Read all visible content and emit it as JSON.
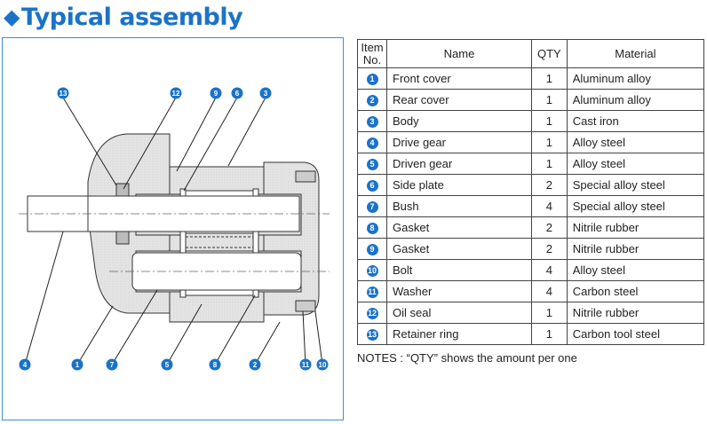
{
  "title": "Typical assembly",
  "table": {
    "headers": {
      "item_no": "Item\nNo.",
      "name": "Name",
      "qty": "QTY",
      "material": "Material"
    },
    "rows": [
      {
        "no": "1",
        "name": "Front cover",
        "qty": "1",
        "material": "Aluminum alloy"
      },
      {
        "no": "2",
        "name": "Rear cover",
        "qty": "1",
        "material": "Aluminum alloy"
      },
      {
        "no": "3",
        "name": "Body",
        "qty": "1",
        "material": "Cast iron"
      },
      {
        "no": "4",
        "name": "Drive gear",
        "qty": "1",
        "material": "Alloy steel"
      },
      {
        "no": "5",
        "name": "Driven gear",
        "qty": "1",
        "material": "Alloy steel"
      },
      {
        "no": "6",
        "name": "Side plate",
        "qty": "2",
        "material": "Special alloy steel"
      },
      {
        "no": "7",
        "name": "Bush",
        "qty": "4",
        "material": "Special alloy steel"
      },
      {
        "no": "8",
        "name": "Gasket",
        "qty": "2",
        "material": "Nitrile rubber"
      },
      {
        "no": "9",
        "name": "Gasket",
        "qty": "2",
        "material": "Nitrile rubber"
      },
      {
        "no": "10",
        "name": "Bolt",
        "qty": "4",
        "material": "Alloy steel"
      },
      {
        "no": "11",
        "name": "Washer",
        "qty": "4",
        "material": "Carbon steel"
      },
      {
        "no": "12",
        "name": "Oil seal",
        "qty": "1",
        "material": "Nitrile rubber"
      },
      {
        "no": "13",
        "name": "Retainer ring",
        "qty": "1",
        "material": "Carbon tool steel"
      }
    ]
  },
  "notes": "NOTES : “QTY” shows the amount per one",
  "diagram": {
    "callouts_top": [
      "13",
      "12",
      "9",
      "6",
      "3"
    ],
    "callouts_bottom": [
      "4",
      "1",
      "7",
      "5",
      "8",
      "2",
      "11",
      "10"
    ]
  },
  "colors": {
    "accent": "#1a73c8",
    "frame": "#3d8fd6"
  }
}
